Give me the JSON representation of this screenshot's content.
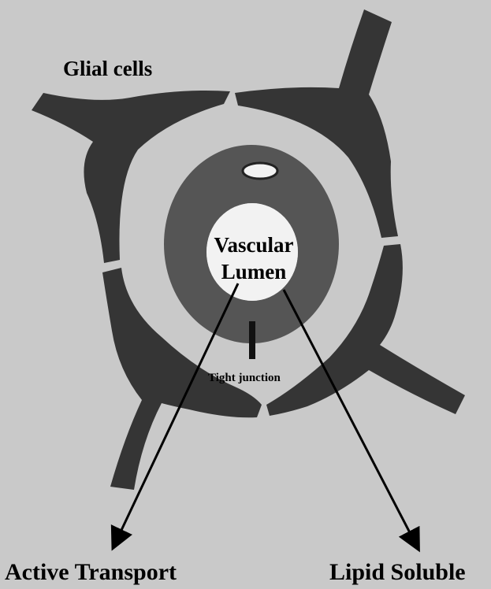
{
  "diagram": {
    "labels": {
      "glial_cells": "Glial cells",
      "vascular": "Vascular",
      "lumen": "Lumen",
      "tight_junction": "Tight junction",
      "active_transport": "Active Transport",
      "lipid_soluble": "Lipid Soluble"
    },
    "colors": {
      "background": "#c9c9c9",
      "glial": "#353535",
      "endothelium": "#555555",
      "lumen": "#f2f2f2",
      "text": "#000000"
    }
  }
}
